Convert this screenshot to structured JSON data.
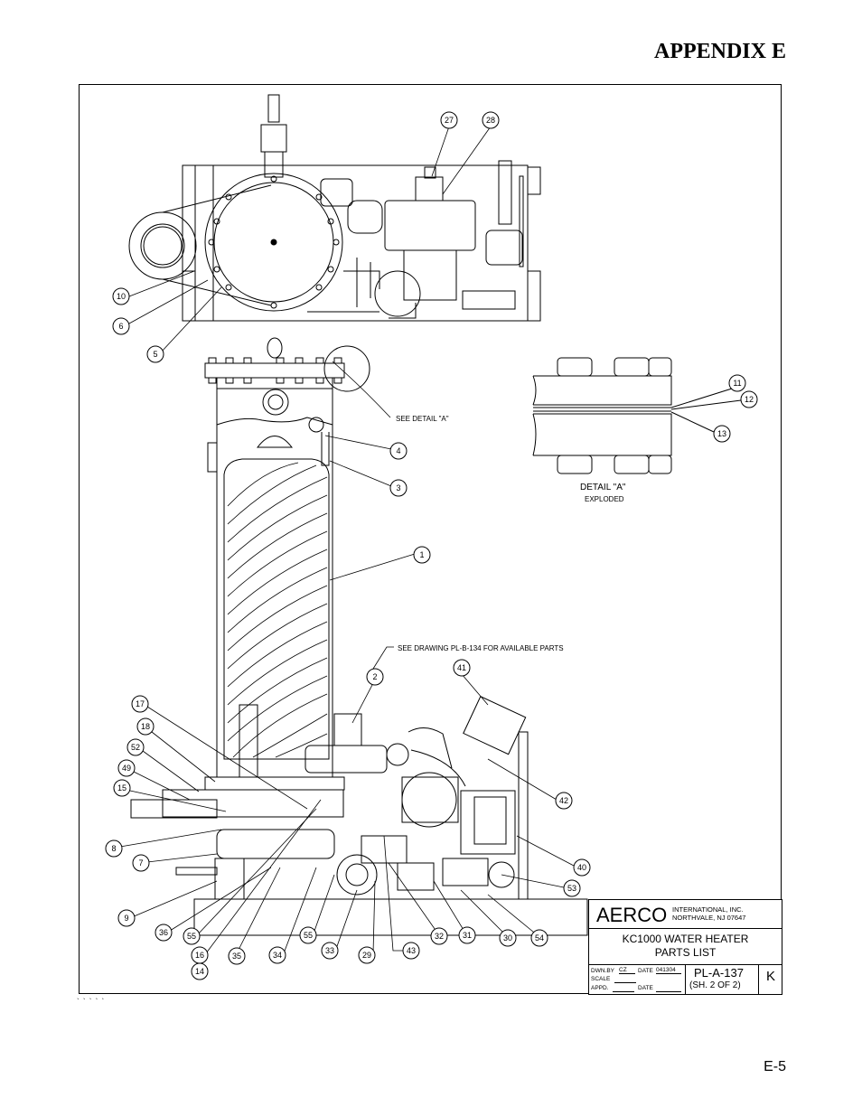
{
  "header": {
    "appendix": "APPENDIX E"
  },
  "notes": {
    "see_detail": "SEE DETAIL \"A\"",
    "see_drawing": "SEE DRAWING PL-B-134 FOR AVAILABLE PARTS"
  },
  "detail": {
    "title": "DETAIL \"A\"",
    "subtitle": "EXPLODED"
  },
  "callouts": [
    "27",
    "28",
    "10",
    "6",
    "5",
    "4",
    "3",
    "1",
    "2",
    "11",
    "12",
    "13",
    "41",
    "17",
    "18",
    "52",
    "49",
    "15",
    "8",
    "7",
    "9",
    "36",
    "55",
    "16",
    "14",
    "35",
    "34",
    "55",
    "33",
    "29",
    "43",
    "32",
    "31",
    "30",
    "54",
    "53",
    "40",
    "42"
  ],
  "title_block": {
    "logo": "AERCO",
    "company_line1": "INTERNATIONAL, INC.",
    "company_line2": "NORTHVALE, NJ  07647",
    "title_line1": "KC1000 WATER HEATER",
    "title_line2": "PARTS LIST",
    "dwn_by_label": "DWN.BY",
    "dwn_by": "CZ",
    "date_label": "DATE",
    "date": "041304",
    "scale_label": "SCALE",
    "appd_label": "APPD.",
    "appd_date_label": "DATE",
    "drawing_number": "PL-A-137",
    "sheet": "(SH. 2 OF 2)",
    "revision": "K"
  },
  "footer": {
    "ticks": "` ` ` ` `",
    "page_number": "E-5"
  }
}
